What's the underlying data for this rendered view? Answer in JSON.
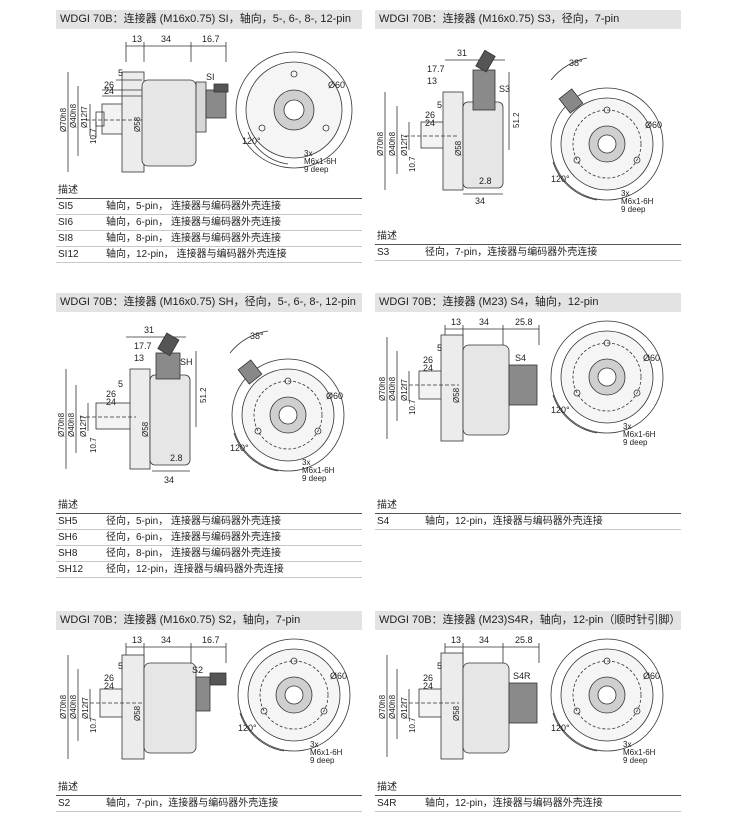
{
  "panels": [
    {
      "title": "WDGI 70B：连接器 (M16x0.75)  SI，轴向，5-, 6-, 8-, 12-pin",
      "desc_label": "描述",
      "rows": [
        {
          "code": "SI5",
          "text": "轴向，5-pin，  连接器与编码器外壳连接"
        },
        {
          "code": "SI6",
          "text": "轴向，6-pin，  连接器与编码器外壳连接"
        },
        {
          "code": "SI8",
          "text": "轴向，8-pin，  连接器与编码器外壳连接"
        },
        {
          "code": "SI12",
          "text": "轴向，12-pin，  连接器与编码器外壳连接"
        }
      ],
      "dims": {
        "d13": "13",
        "d34": "34",
        "d167": "16.7",
        "d5": "5",
        "d26": "26",
        "d24": "24",
        "d107": "10.7",
        "d70": "Ø70h8",
        "d40": "Ø40h8",
        "d12": "Ø12f7",
        "d58": "Ø58",
        "conn": "SI",
        "d60": "Ø60",
        "ang": "120°",
        "hole1": "3x",
        "hole2": "M6x1-6H",
        "hole3": "9 deep"
      }
    },
    {
      "title": "WDGI 70B：连接器 (M16x0.75)  S3，径向，7-pin",
      "desc_label": "描述",
      "rows": [
        {
          "code": "S3",
          "text": "径向，7-pin，连接器与编码器外壳连接"
        }
      ],
      "dims": {
        "d31": "31",
        "d177": "17.7",
        "d13": "13",
        "d5": "5",
        "d26": "26",
        "d24": "24",
        "d107": "10.7",
        "d70": "Ø70h8",
        "d40": "Ø40h8",
        "d12": "Ø12f7",
        "d58": "Ø58",
        "d512": "51.2",
        "d28": "2.8",
        "d34": "34",
        "conn": "S3",
        "d60": "Ø60",
        "ang38": "38°",
        "ang": "120°",
        "hole1": "3x",
        "hole2": "M6x1-6H",
        "hole3": "9 deep"
      }
    },
    {
      "title": "WDGI 70B：连接器 (M16x0.75)  SH，径向，5-, 6-, 8-, 12-pin",
      "desc_label": "描述",
      "rows": [
        {
          "code": "SH5",
          "text": "径向，5-pin，  连接器与编码器外壳连接"
        },
        {
          "code": "SH6",
          "text": "径向，6-pin，  连接器与编码器外壳连接"
        },
        {
          "code": "SH8",
          "text": "径向，8-pin，  连接器与编码器外壳连接"
        },
        {
          "code": "SH12",
          "text": "径向，12-pin，连接器与编码器外壳连接"
        }
      ],
      "dims": {
        "d31": "31",
        "d177": "17.7",
        "d13": "13",
        "d5": "5",
        "d26": "26",
        "d24": "24",
        "d107": "10.7",
        "d70": "Ø70h8",
        "d40": "Ø40h8",
        "d12": "Ø12f7",
        "d58": "Ø58",
        "d512": "51.2",
        "d28": "2.8",
        "d34": "34",
        "conn": "SH",
        "d60": "Ø60",
        "ang38": "38°",
        "ang": "120°",
        "hole1": "3x",
        "hole2": "M6x1-6H",
        "hole3": "9 deep"
      }
    },
    {
      "title": "WDGI 70B：连接器 (M23)  S4，轴向，12-pin",
      "desc_label": "描述",
      "rows": [
        {
          "code": "S4",
          "text": "轴向，12-pin，连接器与编码器外壳连接"
        }
      ],
      "dims": {
        "d13": "13",
        "d34": "34",
        "d258": "25.8",
        "d5": "5",
        "d26": "26",
        "d24": "24",
        "d107": "10.7",
        "d70": "Ø70h8",
        "d40": "Ø40h8",
        "d12": "Ø12f7",
        "d58": "Ø58",
        "conn": "S4",
        "d60": "Ø60",
        "ang": "120°",
        "hole1": "3x",
        "hole2": "M6x1-6H",
        "hole3": "9 deep"
      }
    },
    {
      "title": "WDGI 70B：连接器 (M16x0.75)  S2，轴向，7-pin",
      "desc_label": "描述",
      "rows": [
        {
          "code": "S2",
          "text": "轴向，7-pin，连接器与编码器外壳连接"
        }
      ],
      "dims": {
        "d13": "13",
        "d34": "34",
        "d167": "16.7",
        "d5": "5",
        "d26": "26",
        "d24": "24",
        "d107": "10.7",
        "d70": "Ø70h8",
        "d40": "Ø40h8",
        "d12": "Ø12f7",
        "d58": "Ø58",
        "conn": "S2",
        "d60": "Ø60",
        "ang": "120°",
        "hole1": "3x",
        "hole2": "M6x1-6H",
        "hole3": "9 deep"
      }
    },
    {
      "title": "WDGI 70B：连接器 (M23)S4R，轴向，12-pin（顺时针引脚）",
      "desc_label": "描述",
      "rows": [
        {
          "code": "S4R",
          "text": "轴向，12-pin，连接器与编码器外壳连接"
        }
      ],
      "dims": {
        "d13": "13",
        "d34": "34",
        "d258": "25.8",
        "d5": "5",
        "d26": "26",
        "d24": "24",
        "d107": "10.7",
        "d70": "Ø70h8",
        "d40": "Ø40h8",
        "d12": "Ø12f7",
        "d58": "Ø58",
        "conn": "S4R",
        "d60": "Ø60",
        "ang": "120°",
        "hole1": "3x",
        "hole2": "M6x1-6H",
        "hole3": "9 deep"
      }
    }
  ]
}
